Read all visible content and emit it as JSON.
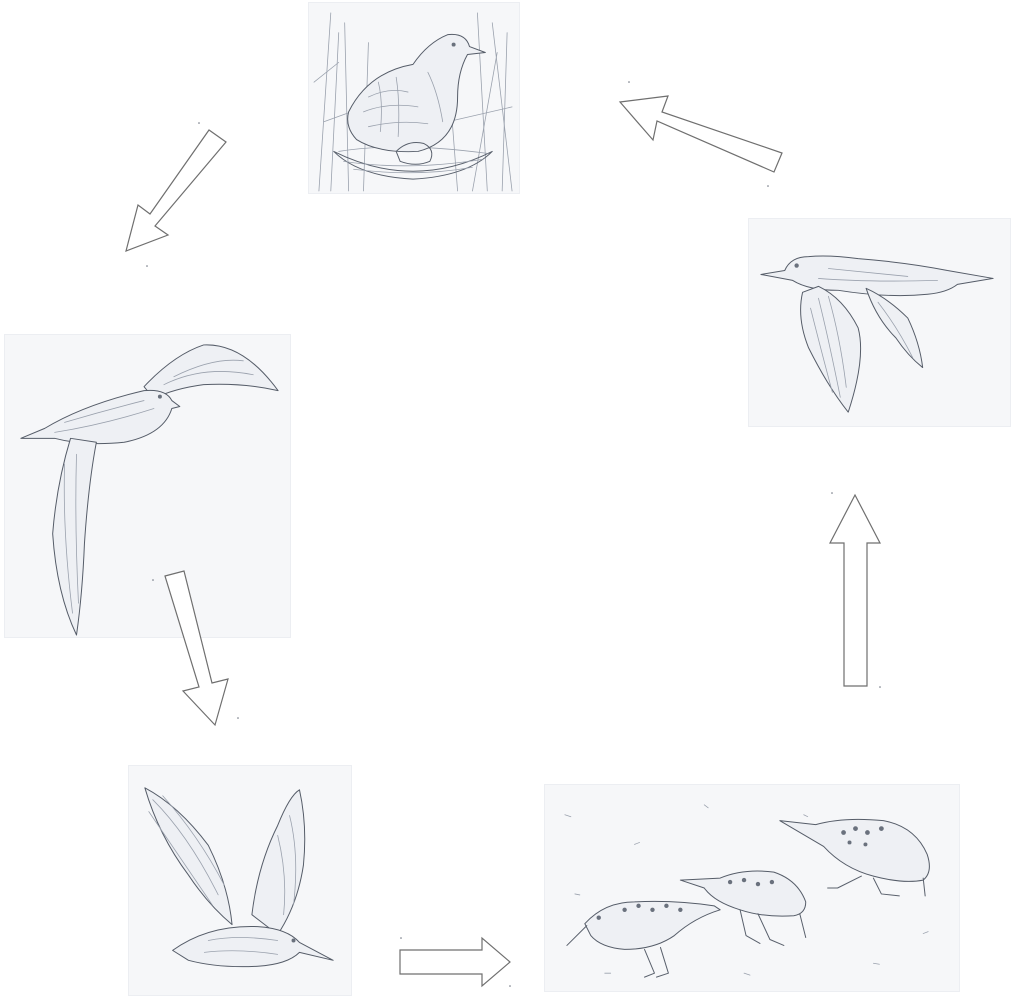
{
  "diagram": {
    "stages": [
      {
        "id": "nesting",
        "icon": "nesting-bird-icon"
      },
      {
        "id": "flight-right",
        "icon": "flying-shorebird-icon"
      },
      {
        "id": "foraging",
        "icon": "foraging-sandpipers-icon"
      },
      {
        "id": "takeoff",
        "icon": "takeoff-bird-icon"
      },
      {
        "id": "flight-left",
        "icon": "flying-shorebird-icon"
      }
    ],
    "arrow_color": "#6f6f6f",
    "sketch_color": "#59606c",
    "cycle_order": [
      "nesting",
      "flight-left",
      "takeoff",
      "foraging",
      "flight-right",
      "nesting"
    ]
  }
}
